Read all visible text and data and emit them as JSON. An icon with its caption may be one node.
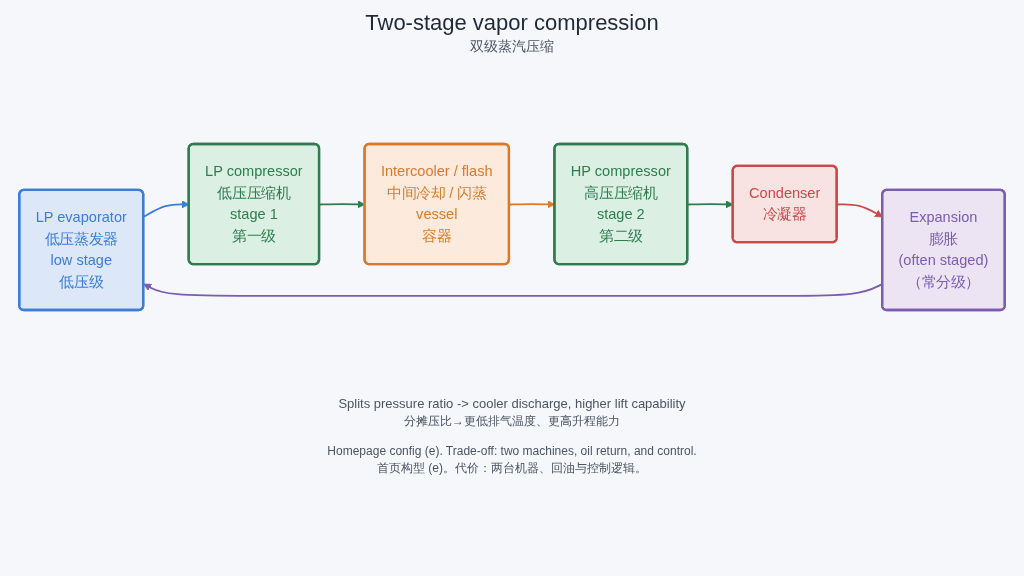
{
  "diagram": {
    "title": "Two-stage vapor compression",
    "nodes": [
      {
        "text": [
          "LP evaporator",
          "低压蒸发器",
          "low stage",
          "低压级"
        ]
      },
      {
        "text": [
          "LP compressor",
          "低压压缩机",
          "stage 1",
          "第一级"
        ]
      },
      {
        "text": [
          "Intercooler / flash",
          "中间冷却 / 闪蒸",
          "vessel",
          "容器"
        ]
      },
      {
        "text": [
          "HP compressor",
          "高压压缩机",
          "stage 2",
          "第二级"
        ]
      },
      {
        "text": [
          "Condenser",
          "冷凝器"
        ]
      },
      {
        "text": [
          "Expansion",
          "膨胀",
          "(often staged)",
          "（常分级）"
        ]
      }
    ],
    "edges": [
      {
        "from": 0,
        "to": 1,
        "arrow": "to",
        "color": "#3b7dd8"
      },
      {
        "from": 1,
        "to": 2,
        "arrow": "to",
        "color": "#2e7d4f"
      },
      {
        "from": 2,
        "to": 3,
        "arrow": "to",
        "color": "#d97a2b"
      },
      {
        "from": 3,
        "to": 4,
        "arrow": "to",
        "color": "#2e7d4f"
      },
      {
        "from": 4,
        "to": 5,
        "arrow": "to",
        "color": "#c94a4a"
      },
      {
        "from": 5,
        "to": 0,
        "arrow": "to",
        "color": "#7b5cb0"
      }
    ],
    "labels": [
      "双级蒸汽压缩",
      "Splits pressure ratio -> cooler discharge, higher lift capability",
      "分摊压比→更低排气温度、更高升程能力",
      "Homepage config (e). Trade-off: two machines, oil return, and control.",
      "首页构型 (e)。代价：两台机器、回油与控制逻辑。"
    ]
  }
}
